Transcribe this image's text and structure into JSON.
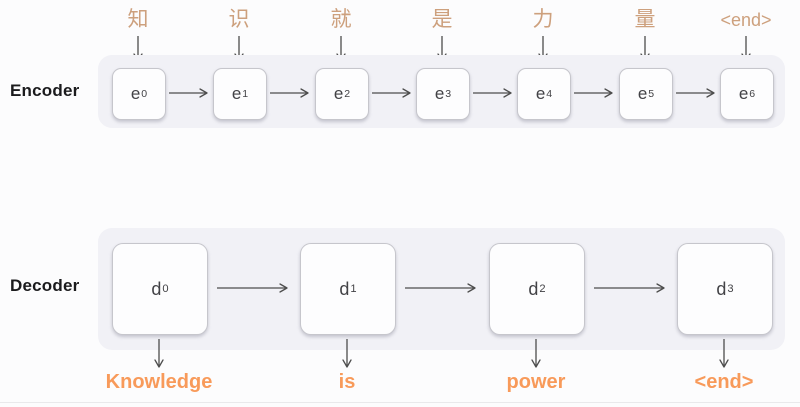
{
  "encoder": {
    "label": "Encoder",
    "input_tokens": [
      "知",
      "识",
      "就",
      "是",
      "力",
      "量",
      "<end>"
    ],
    "cells": [
      {
        "base": "e",
        "sub": "0"
      },
      {
        "base": "e",
        "sub": "1"
      },
      {
        "base": "e",
        "sub": "2"
      },
      {
        "base": "e",
        "sub": "3"
      },
      {
        "base": "e",
        "sub": "4"
      },
      {
        "base": "e",
        "sub": "5"
      },
      {
        "base": "e",
        "sub": "6"
      }
    ]
  },
  "decoder": {
    "label": "Decoder",
    "cells": [
      {
        "base": "d",
        "sub": "0"
      },
      {
        "base": "d",
        "sub": "1"
      },
      {
        "base": "d",
        "sub": "2"
      },
      {
        "base": "d",
        "sub": "3"
      }
    ],
    "output_tokens": [
      "Knowledge",
      "is",
      "power",
      "<end>"
    ]
  },
  "colors": {
    "input_token_text": "#cda07d",
    "output_token_text": "#f89a5a",
    "track_background": "#f1f1f6",
    "cell_background": "#fdfdfe",
    "cell_border": "#c6c6cc",
    "arrow": "#4d4d4d",
    "side_label_text": "#1b1b1d",
    "page_background": "#fcfcfd"
  }
}
